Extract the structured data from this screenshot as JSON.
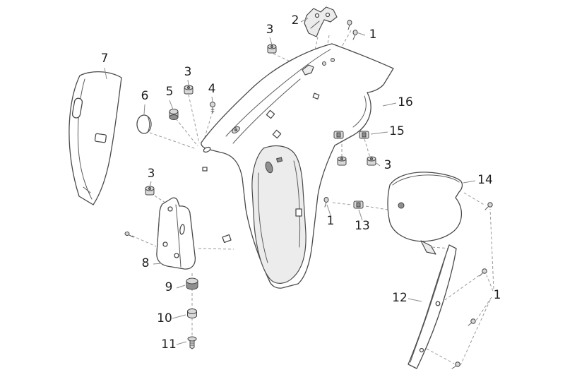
{
  "diagram": {
    "type": "exploded-parts-diagram",
    "background_color": "#ffffff",
    "line_color": "#4a4a4a",
    "leader_color": "#8c8c8c",
    "dashed_color": "#9a9a9a",
    "callout_color": "#1f1f1f",
    "callouts": [
      {
        "label": "2"
      },
      {
        "label": "3"
      },
      {
        "label": "1"
      },
      {
        "label": "7"
      },
      {
        "label": "3"
      },
      {
        "label": "5"
      },
      {
        "label": "4"
      },
      {
        "label": "6"
      },
      {
        "label": "16"
      },
      {
        "label": "15"
      },
      {
        "label": "3"
      },
      {
        "label": "3"
      },
      {
        "label": "14"
      },
      {
        "label": "1"
      },
      {
        "label": "13"
      },
      {
        "label": "8"
      },
      {
        "label": "9"
      },
      {
        "label": "12"
      },
      {
        "label": "1"
      },
      {
        "label": "10"
      },
      {
        "label": "11"
      }
    ]
  }
}
